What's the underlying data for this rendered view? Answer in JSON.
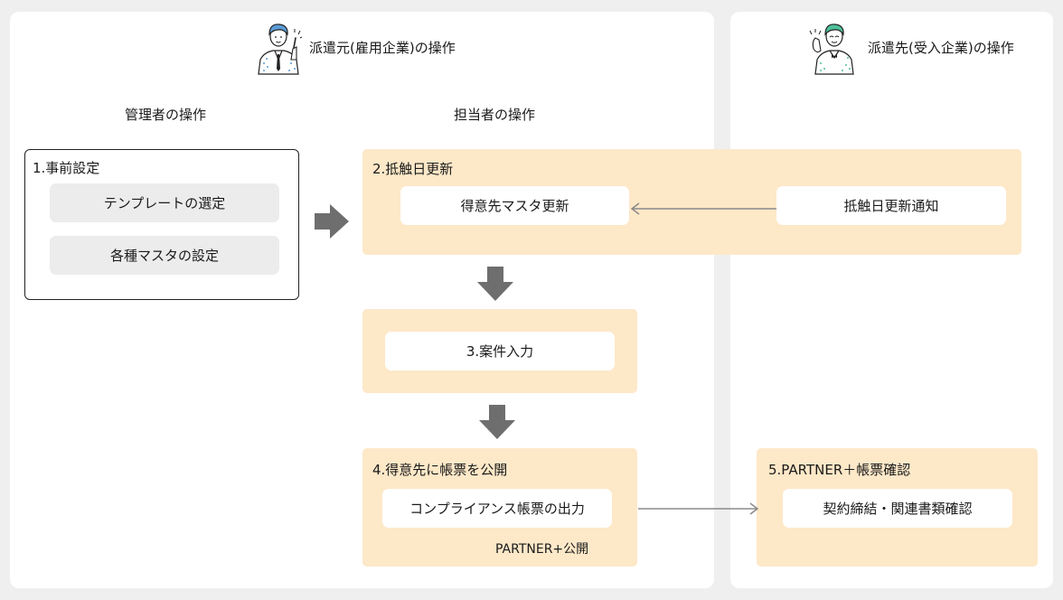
{
  "actors": {
    "dispatcher": {
      "label": "派遣元(雇用企業)の操作"
    },
    "client": {
      "label": "派遣先(受入企業)の操作"
    }
  },
  "columns": {
    "admin": "管理者の操作",
    "staff": "担当者の操作"
  },
  "steps": {
    "s1": {
      "title": "1.事前設定",
      "items": [
        "テンプレートの選定",
        "各種マスタの設定"
      ]
    },
    "s2": {
      "title": "2.抵触日更新",
      "items": [
        "得意先マスタ更新",
        "抵触日更新通知"
      ]
    },
    "s3": {
      "title": "",
      "items": [
        "3.案件入力"
      ]
    },
    "s4": {
      "title": "4.得意先に帳票を公開",
      "items": [
        "コンプライアンス帳票の出力"
      ],
      "note": "PARTNER+公開"
    },
    "s5": {
      "title": "5.PARTNER＋帳票確認",
      "items": [
        "契約締結・関連書類確認"
      ]
    }
  },
  "colors": {
    "background": "#efefef",
    "panel": "#ffffff",
    "peach": "#fde8c8",
    "pill_gray": "#ececec",
    "arrow_block": "#6e6e6e",
    "arrow_line": "#8a8a8a",
    "avatar_blue": "#5b9bd5",
    "avatar_green": "#4dbf99"
  },
  "icons": {
    "dispatcher_avatar": "businessman-pointing-icon",
    "client_avatar": "businessman-waving-icon",
    "block_arrow": "block-arrow-icon",
    "thin_arrow": "thin-arrow-icon"
  }
}
